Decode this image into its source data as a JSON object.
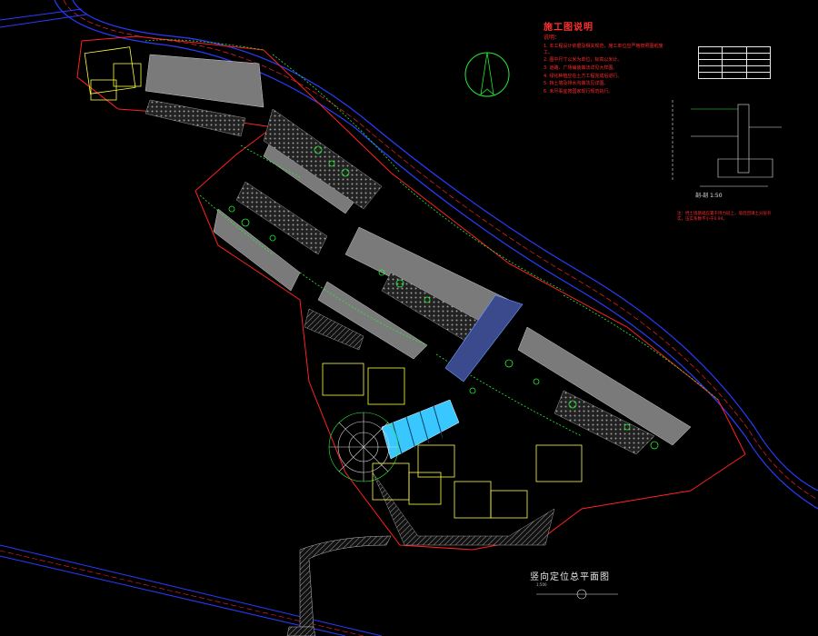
{
  "notes": {
    "title": "施工图说明",
    "subtitle": "说明：",
    "items": [
      "1. 本工程设计依据及相关规范，施工单位应严格按照图纸施工。",
      "2. 图中尺寸以米为单位，标高以米计。",
      "3. 道路、广场铺装做法详见大样图。",
      "4. 绿化种植应在土方工程完成后进行。",
      "5. 挡土墙及排水沟做法见详图。",
      "6. 未尽事宜按国家现行规范执行。"
    ]
  },
  "detail": {
    "label": "剖-剖 1:50",
    "note": "注：挡土墙基础应置于持力层上，墙后回填土分层夯实，压实系数不小于0.94。"
  },
  "plan": {
    "title": "竖向定位总平面图",
    "scale": "1:500"
  },
  "colors": {
    "boundary": "#ff2020",
    "road": "#2b3bff",
    "planting": "#22ee33",
    "building": "#ffff40",
    "water": "#38c8ff",
    "paving": "#7a7a7a",
    "text": "#e8e8e8"
  }
}
